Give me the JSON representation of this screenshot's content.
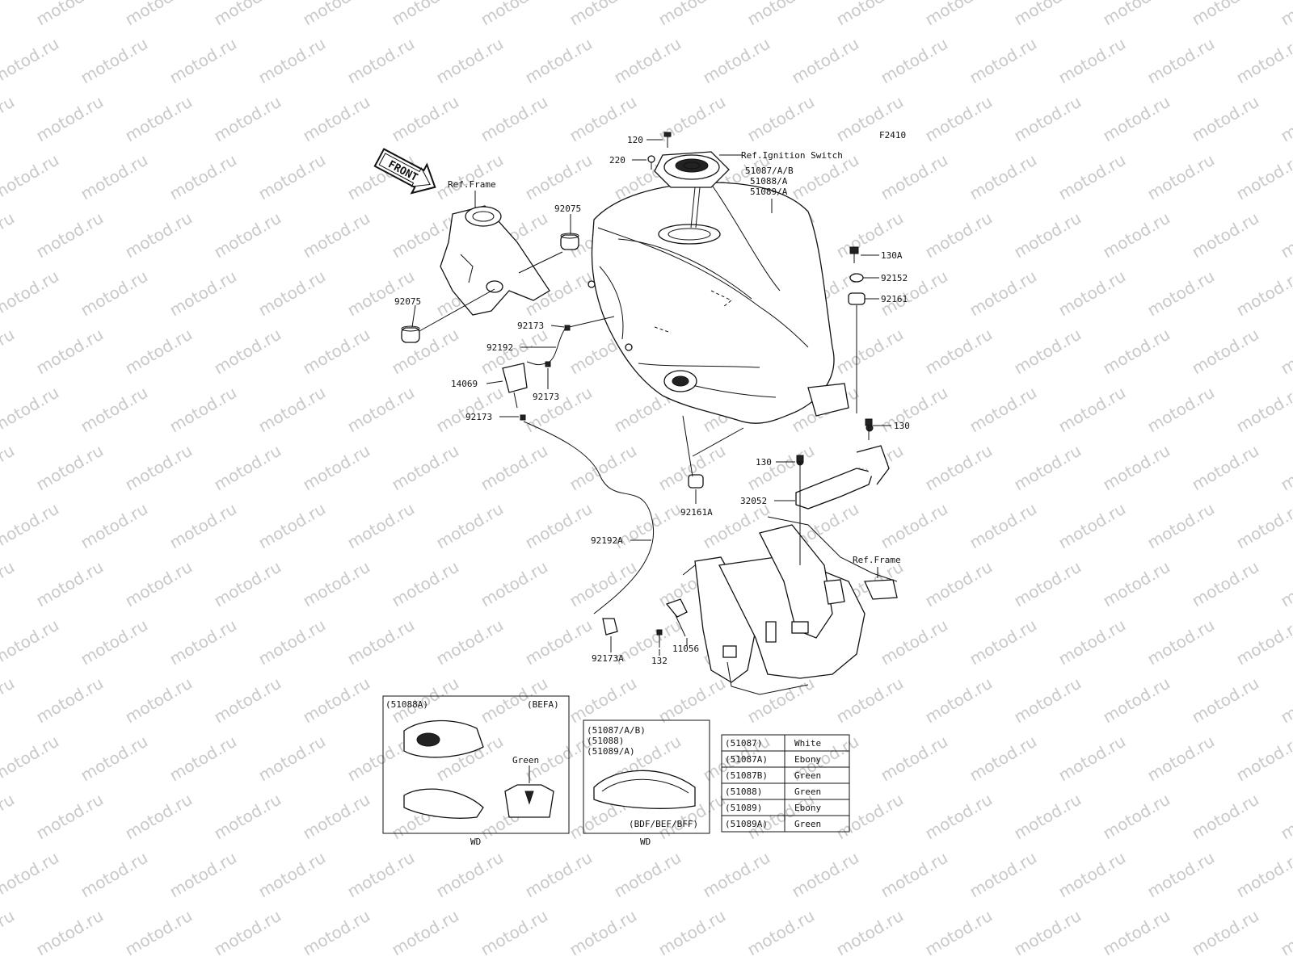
{
  "watermark": "motod.ru",
  "figure_code": "F2410",
  "front_arrow": "FRONT",
  "callouts": {
    "p120": "120",
    "p220": "220",
    "ref_ignition": "Ref.Ignition Switch",
    "tank_1": "51087/A/B",
    "tank_2": "51088/A",
    "tank_3": "51089/A",
    "ref_frame_left": "Ref.Frame",
    "p92075_top": "92075",
    "p92075_left": "92075",
    "p130a": "130A",
    "p92152": "92152",
    "p92161": "92161",
    "p92173_a": "92173",
    "p92192": "92192",
    "p14069": "14069",
    "p92173_b": "92173",
    "p92173_c": "92173",
    "p130_right": "130",
    "p130_mid": "130",
    "p92161a": "92161A",
    "p32052": "32052",
    "ref_frame_right": "Ref.Frame",
    "p92192a": "92192A",
    "p11056": "11056",
    "p132": "132",
    "p92173a": "92173A"
  },
  "inset_befa": {
    "part": "(51088A)",
    "code": "(BEFA)",
    "color_label": "Green",
    "caption": "WD"
  },
  "inset_bdf": {
    "line1": "(51087/A/B)",
    "line2": "(51088)",
    "line3": "(51089/A)",
    "code": "(BDF/BEF/BFF)",
    "caption": "WD"
  },
  "color_table": [
    {
      "part": "(51087)",
      "color": "White"
    },
    {
      "part": "(51087A)",
      "color": "Ebony"
    },
    {
      "part": "(51087B)",
      "color": "Green"
    },
    {
      "part": "(51088)",
      "color": "Green"
    },
    {
      "part": "(51089)",
      "color": "Ebony"
    },
    {
      "part": "(51089A)",
      "color": "Green"
    }
  ]
}
